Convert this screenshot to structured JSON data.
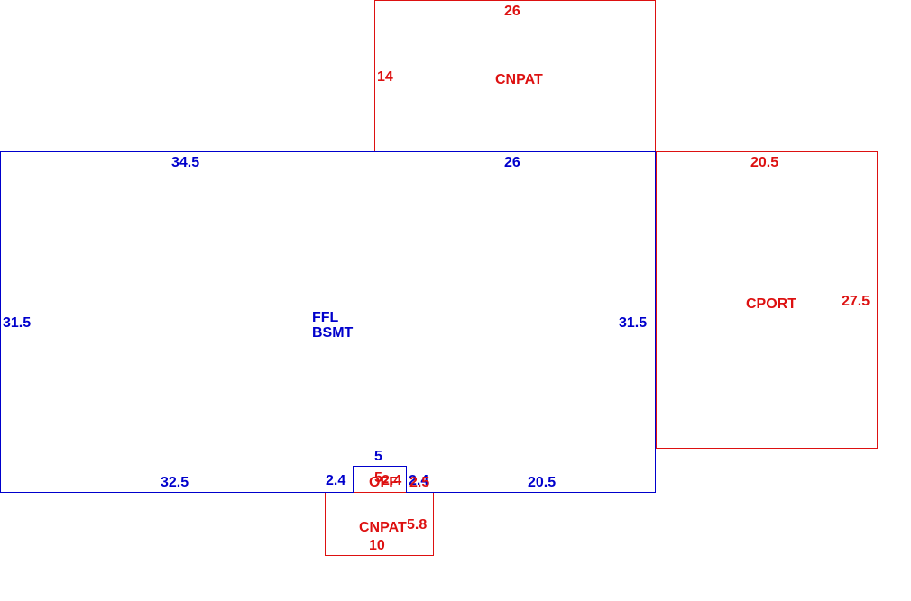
{
  "colors": {
    "blue": "#0000cc",
    "red": "#dd1111",
    "background": "#ffffff"
  },
  "main_area": {
    "name_line1": "FFL",
    "name_line2": "BSMT",
    "dims": {
      "top_left": "34.5",
      "top_right": "26",
      "left": "31.5",
      "right": "31.5",
      "bottom_left": "32.5",
      "bottom_right": "20.5",
      "notch_top": "5",
      "notch_left": "2.4",
      "notch_right": "2.4"
    }
  },
  "cnpat_top": {
    "name": "CNPAT",
    "dims": {
      "top": "26",
      "left": "14"
    }
  },
  "cport": {
    "name": "CPORT",
    "dims": {
      "top": "20.5",
      "right": "27.5"
    }
  },
  "off_area": {
    "name": "OFF",
    "dims": {
      "top": "5",
      "left": "2.4",
      "right": "2.5"
    }
  },
  "cnpat_bottom": {
    "name": "CNPAT",
    "dims": {
      "bottom": "10",
      "right": "5.8"
    }
  }
}
